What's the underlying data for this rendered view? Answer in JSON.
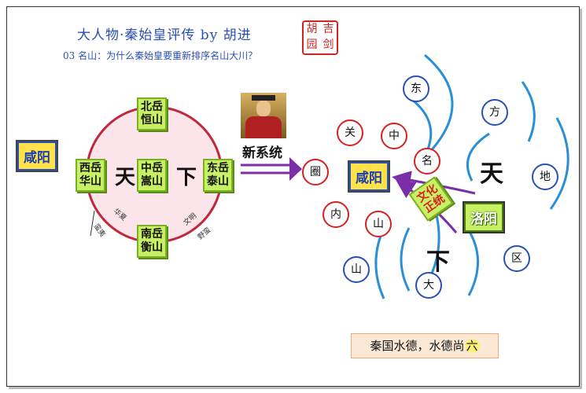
{
  "header": {
    "title": "大人物·秦始皇评传   by 胡进",
    "subtitle": "03 名山：为什么秦始皇要重新排序名山大川？",
    "seal_text": [
      "胡",
      "吉",
      "园",
      "剑"
    ]
  },
  "left": {
    "city": "咸阳",
    "mountains": {
      "north": "北岳\n恒山",
      "center": "中岳\n嵩山",
      "west": "西岳\n华山",
      "east": "东岳\n泰山",
      "south": "南岳\n衡山"
    },
    "glyph_tian": "天",
    "glyph_xia": "下",
    "labels": {
      "huaxia": "华夏",
      "manyi": "蛮夷",
      "wenming": "文明",
      "yeman": "野蛮"
    }
  },
  "middle": {
    "new_system": "新系统"
  },
  "right": {
    "circle_char": "圈",
    "city_xianyang": "咸阳",
    "city_luoyang": "洛阳",
    "orthodoxy": "文化\n正统",
    "hl_tian": "天",
    "hl_xia": "下",
    "bubbles": {
      "guan": "关",
      "zhong": "中",
      "ming": "名",
      "nei": "内",
      "shan1": "山",
      "shan2": "山",
      "da": "大",
      "dong": "东",
      "fang": "方",
      "di": "地",
      "qu": "区"
    },
    "note_prefix": "秦国水德，水德尚",
    "note_six": "六"
  },
  "colors": {
    "accent_blue": "#2a4fb5",
    "accent_red": "#d32222",
    "box_green": "#c8f065",
    "arrow_purple": "#7a2fa8",
    "city_yellow": "#ffe14a"
  }
}
